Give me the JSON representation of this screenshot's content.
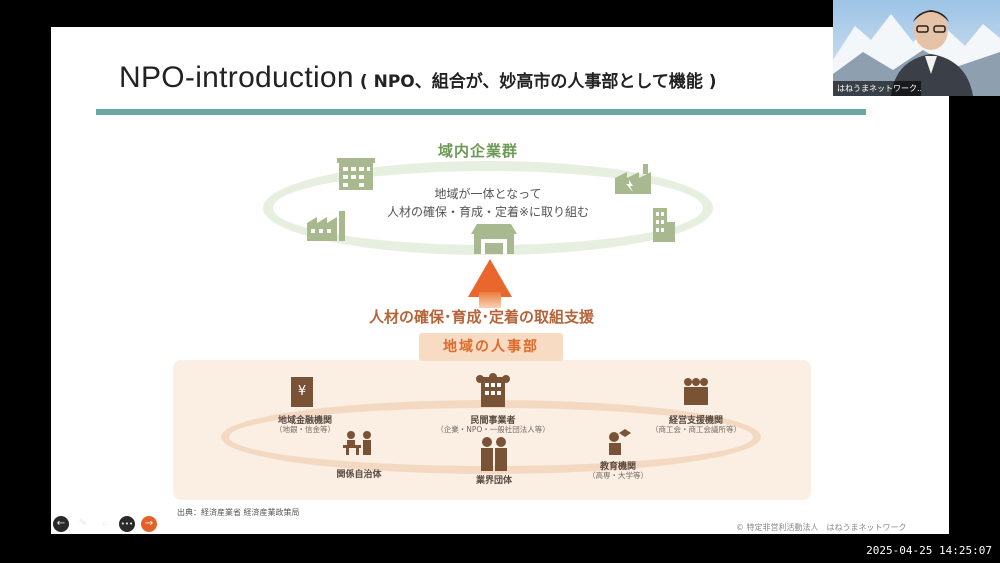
{
  "slide": {
    "title_main": "NPO-introduction",
    "title_sub": "( NPO、組合が、妙高市の人事部として機能 )",
    "top_ring": {
      "title": "域内企業群",
      "line1": "地域が一体となって",
      "line2": "人材の確保・育成・定着※に取り組む"
    },
    "support_text": "人材の確保･育成･定着の取組支援",
    "hr_label": "地域の人事部",
    "nodes": [
      {
        "label": "地域金融機関",
        "sub": "（地銀・信金等）"
      },
      {
        "label": "民間事業者",
        "sub": "（企業・NPO・一般社団法人等）"
      },
      {
        "label": "経営支援機関",
        "sub": "（商工会・商工会議所等）"
      },
      {
        "label": "関係自治体",
        "sub": ""
      },
      {
        "label": "業界団体",
        "sub": ""
      },
      {
        "label": "教育機関",
        "sub": "（高専・大学等）"
      }
    ],
    "source": "出典：経済産業省 経済産業政策局",
    "copyright": "© 特定非営利活動法人　はねうまネットワーク"
  },
  "toolbar": {
    "icons": [
      "back-icon",
      "pen-icon",
      "zoom-icon",
      "more-icon",
      "forward-icon"
    ],
    "glyphs": [
      "←",
      "✎",
      "⌕",
      "•••",
      "→"
    ]
  },
  "video": {
    "name": "はねうまネットワーク..."
  },
  "timestamp": "2025-04-25 14:25:07",
  "colors": {
    "accent_teal": "#6ba8a4",
    "green": "#6d9a56",
    "orange": "#e4622a",
    "peach": "#fbeee2"
  }
}
